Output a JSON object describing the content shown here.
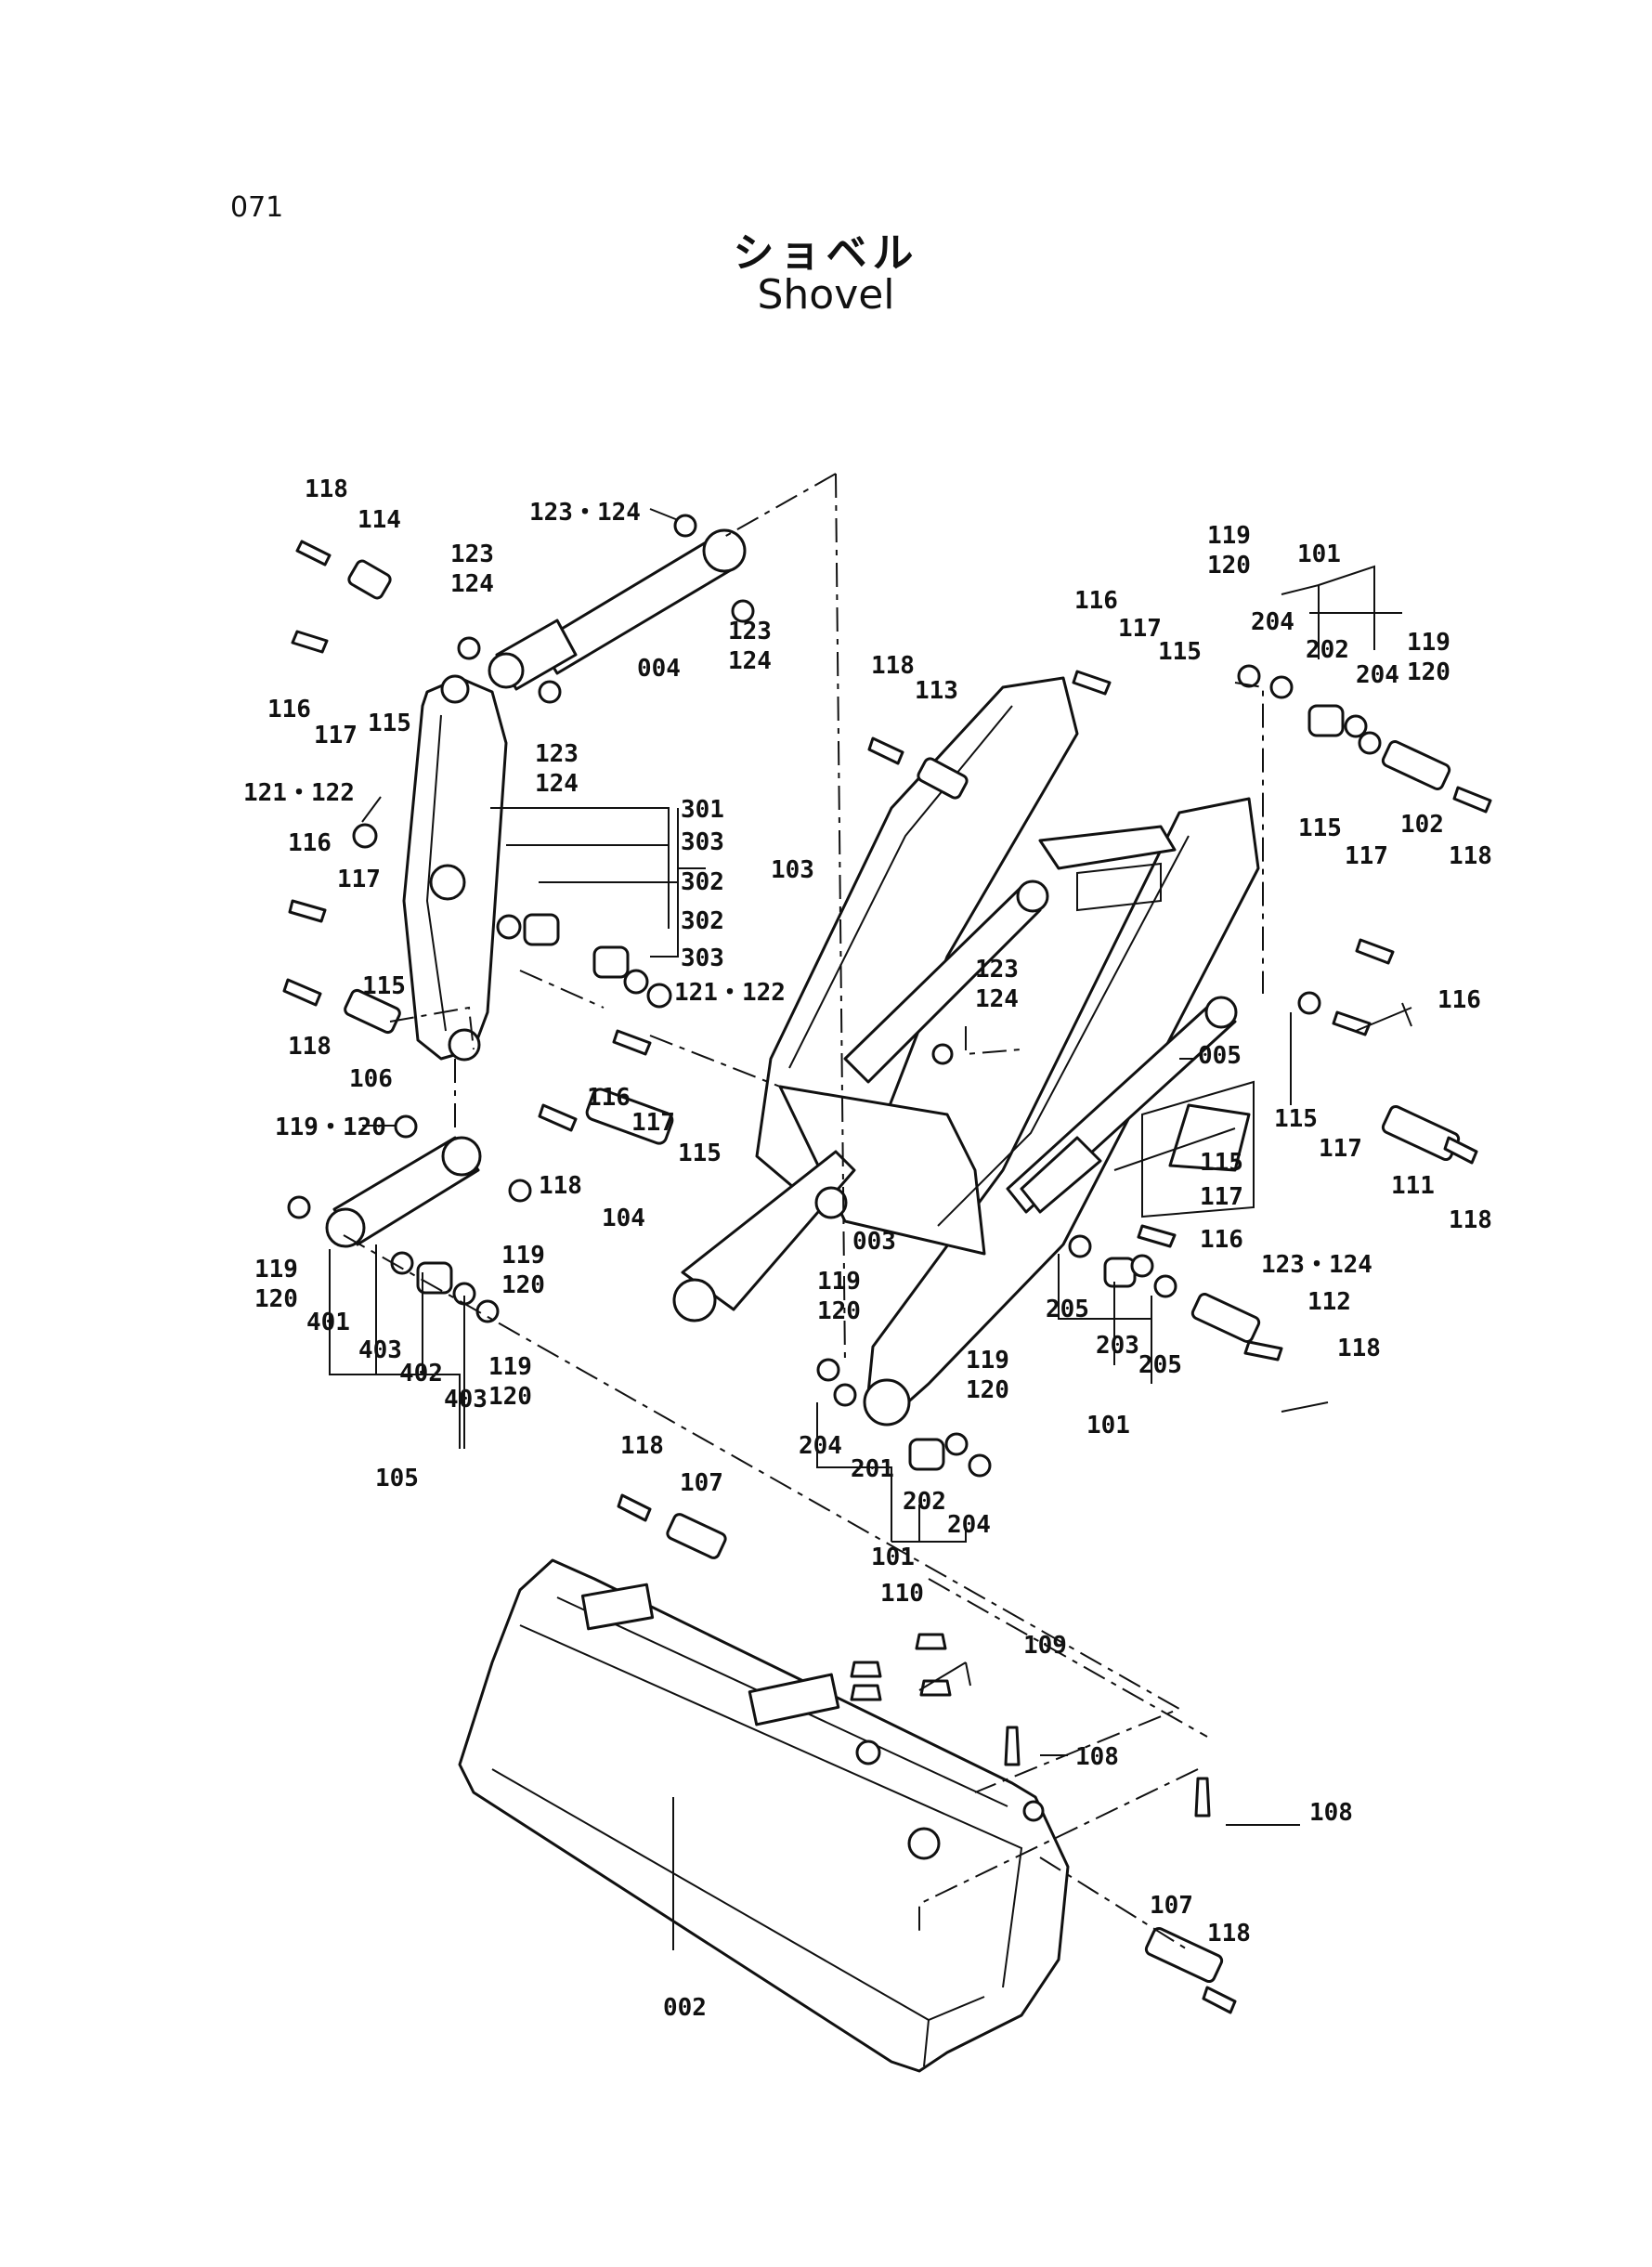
{
  "header": {
    "page_number": "071",
    "title_ja": "ショベル",
    "title_en": "Shovel"
  },
  "callouts": {
    "c118a": "118",
    "c114": "114",
    "c123_124a": "123・124",
    "c123_124b": "123\n124",
    "c116a": "116",
    "c117a": "117",
    "c115a": "115",
    "c004": "004",
    "c123_124c": "123\n124",
    "c123_124d": "123\n124",
    "c121_122a": "121・122",
    "c301": "301",
    "c303a": "303",
    "c302a": "302",
    "c302b": "302",
    "c303b": "303",
    "c103": "103",
    "c121_122b": "121・122",
    "c116b": "116",
    "c117b": "117",
    "c115b": "115",
    "c118b": "118",
    "c106": "106",
    "c119_120a": "119・120",
    "c118c": "118",
    "c104": "104",
    "c116c": "116",
    "c117c": "117",
    "c115c": "115",
    "c003": "003",
    "c123_124e": "123\n124",
    "c119_120b": "119\n120",
    "c401": "401",
    "c403a": "403",
    "c402": "402",
    "c403b": "403",
    "c119_120c": "119\n120",
    "c119_120d": "119\n120",
    "c105": "105",
    "c116d": "116",
    "c117d": "117",
    "c115d": "115",
    "c118d": "118",
    "c113": "113",
    "c119_120e": "119\n120",
    "c101a": "101",
    "c204a": "204",
    "c202a": "202",
    "c204b": "204",
    "c119_120f": "119\n120",
    "c102": "102",
    "c118e": "118",
    "c115e": "115",
    "c117e": "117",
    "c116e": "116",
    "c005": "005",
    "c115f": "115",
    "c117f": "117",
    "c111": "111",
    "c118f": "118",
    "c115g": "115",
    "c117g": "117",
    "c116f": "116",
    "c123_124f": "123・124",
    "c205a": "205",
    "c203": "203",
    "c205b": "205",
    "c112": "112",
    "c118g": "118",
    "c101b": "101",
    "c119_120g": "119\n120",
    "c119_120h": "119\n120",
    "c204c": "204",
    "c201": "201",
    "c202b": "202",
    "c204d": "204",
    "c101c": "101",
    "c118h": "118",
    "c107a": "107",
    "c110": "110",
    "c109": "109",
    "c108a": "108",
    "c108b": "108",
    "c107b": "107",
    "c118i": "118",
    "c002": "002"
  }
}
